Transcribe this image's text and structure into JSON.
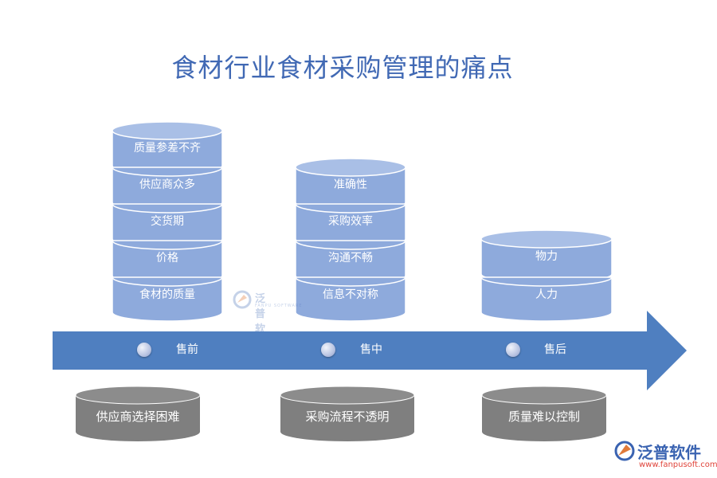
{
  "title": "食材行业食材采购管理的痛点",
  "stacks": [
    {
      "items": [
        "质量参差不齐",
        "供应商众多",
        "交货期",
        "价格",
        "食材的质量"
      ]
    },
    {
      "items": [
        "准确性",
        "采购效率",
        "沟通不畅",
        "信息不对称"
      ]
    },
    {
      "items": [
        "物力",
        "人力"
      ]
    }
  ],
  "stages": [
    "售前",
    "售中",
    "售后"
  ],
  "pain_points": [
    "供应商选择困难",
    "采购流程不透明",
    "质量难以控制"
  ],
  "watermark": {
    "name": "泛普软件",
    "sub": "FANPU SOFTWARE"
  },
  "logo": {
    "name": "泛普软件",
    "url": "www.fanpusoft.com"
  },
  "colors": {
    "disk": "#8eaadc",
    "disk_top": "#a9bfe6",
    "arrow": "#4f7fc0",
    "gray": "#7f7f7f",
    "title": "#4169b4"
  }
}
